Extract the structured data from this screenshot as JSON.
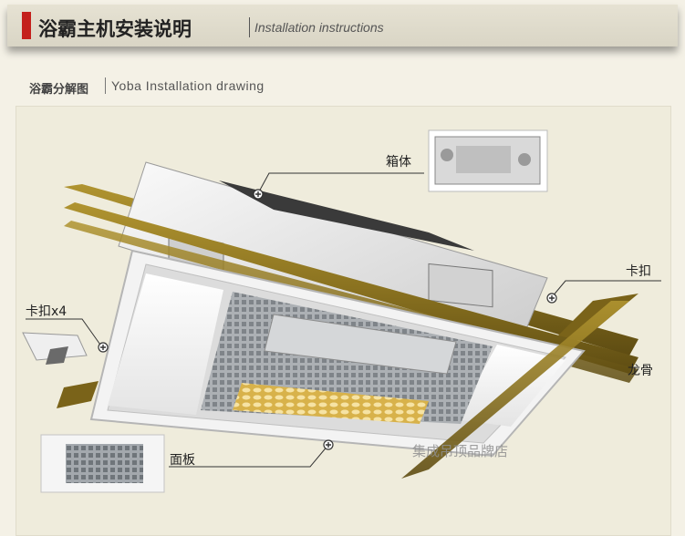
{
  "header": {
    "title": "浴霸主机安装说明",
    "subtitle": "Installation instructions",
    "accent_color": "#c4201c"
  },
  "section": {
    "label": "浴霸分解图",
    "subtitle": "Yoba Installation drawing"
  },
  "callouts": {
    "box": "箱体",
    "clip": "卡扣",
    "clip_x4": "卡扣x4",
    "keel": "龙骨",
    "panel": "面板"
  },
  "watermark": "集成吊顶品牌店",
  "colors": {
    "keel": "#8a7220",
    "frame": "#f0f0f0",
    "grille": "#9aa0a6",
    "heater_gold": "#d8b24a"
  }
}
